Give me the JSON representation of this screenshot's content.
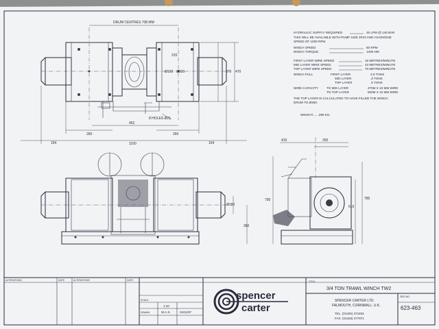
{
  "dimensions": {
    "drum_centres": "DRUM CENTRES 708 MM",
    "d315": "315",
    "d102": "Ø102",
    "d500": "Ø500",
    "d370": "370",
    "d470": "470",
    "holes": "8 HOLES Ø21",
    "d452": "452",
    "d260a": "260",
    "d260b": "260",
    "d164a": "164",
    "d164b": "164",
    "d1160": "1160",
    "d180": "Ø180",
    "d360": "360",
    "d790": "790",
    "d410": "410",
    "d250": "250",
    "d785": "785",
    "d610": "610"
  },
  "specs": {
    "hyd_label": "HYDRAULIC SUPPLY REQUIRED",
    "hyd_value": "45 LPM @ 140 BAR",
    "hyd_note1": "THIS WILL BE AVAILABLE WITH PUMP SIZE 3P10 AND AN ENGINE",
    "hyd_note2": "SPEED OF 1000 RPM.",
    "speed_label": "WINCH SPEED",
    "speed_value": "50 RPM",
    "torque_label": "WINCH TORQUE",
    "torque_value": "1300 NM",
    "first_wire_label": "FIRST LAYER WIRE SPEED",
    "first_wire_value": "16 METRES/MINUTE",
    "mid_wire_label": "MID LAYER WIRE SPEED",
    "mid_wire_value": "43 METRES/MINUTE",
    "top_wire_label": "TOP LAYER WIRE SPEED",
    "top_wire_value": "70 METRES/MINUTE",
    "pull_label": "WINCH PULL",
    "pull_first_label": "FIRST LAYER",
    "pull_first_value": "2.5 TONS",
    "pull_mid_label": "MID LAYER",
    "pull_mid_value": ".8 TONS",
    "pull_top_label": "TOP LAYER",
    "pull_top_value": ".5 TONS",
    "cap_label": "WIRE CAPACITY",
    "cap_mid_label": "TO MID LAYER",
    "cap_mid_value": "275M X 10 MM WIRE",
    "cap_top_label": "TO TOP LAYER",
    "cap_top_value": "550M X 10 MM WIRE",
    "calc_note1": "THE TOP LAYER IS CALCULATED TO HAVE FILLED THE WINCH",
    "calc_note2": "DRUM TO Ø480.",
    "weight": "WEIGHT.......390 KG."
  },
  "title_block": {
    "small_label_1": "ALTERATIONS",
    "small_label_2": "DATE",
    "small_label_3": "ALTERATIONS",
    "small_label_4": "DATE",
    "scale_label": "SCALE",
    "scale_value": "1:10",
    "drawn_label": "DRAWN",
    "drawn_initials": "W.A.S.",
    "date_value": "04/11/97",
    "logo_top": "spencer",
    "logo_bottom": "carter",
    "title_label": "TITLE",
    "title": "3/4 TON TRAWL WINCH TW2",
    "company": "SPENCER CARTER LTD.",
    "address": "FALMOUTH, CORNWALL. U.K.",
    "tel": "TEL. (01326) 372483",
    "fax": "FAX. (01326) 377871",
    "drg_label": "DRG.NO.",
    "drg_no": "623-463"
  },
  "colors": {
    "paper": "#f2f3f5",
    "ink": "#2a2a3a",
    "background": "#9a9a9a"
  }
}
